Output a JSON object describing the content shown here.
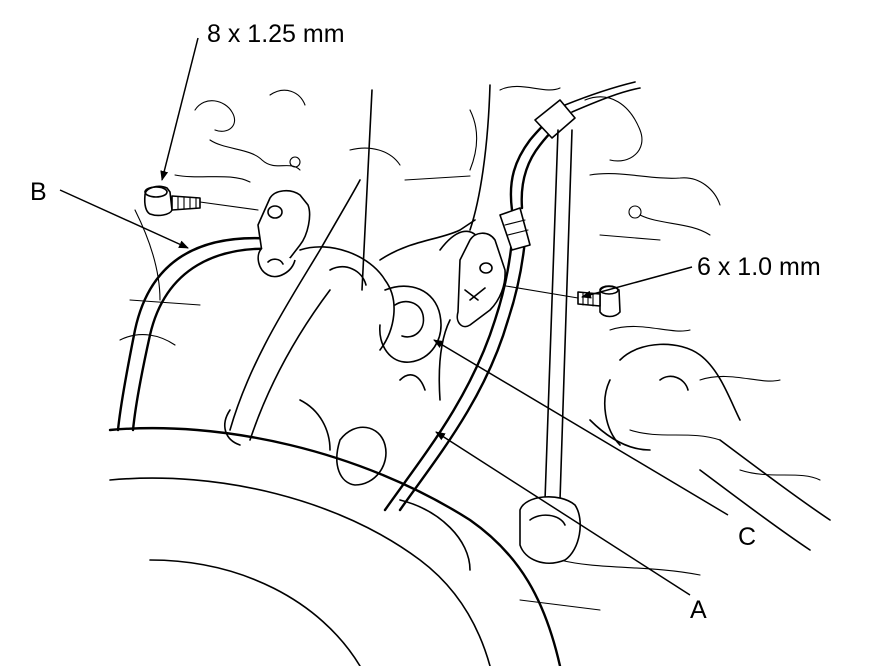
{
  "labels": {
    "bolt_large": "8 x 1.25 mm",
    "bolt_small": "6 x 1.0 mm",
    "callout_a": "A",
    "callout_b": "B",
    "callout_c": "C"
  },
  "icons": {
    "bolt_large": "bolt-icon",
    "bolt_small": "bolt-icon"
  }
}
